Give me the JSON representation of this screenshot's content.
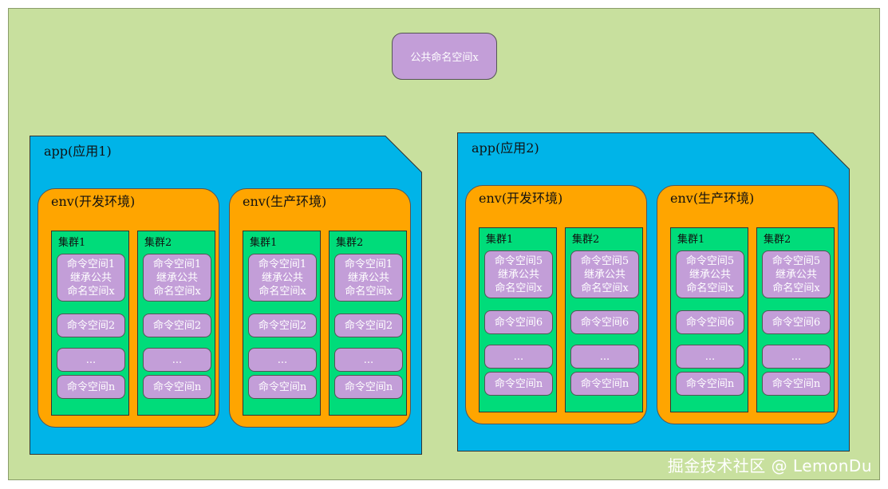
{
  "public_namespace": "公共命名空间x",
  "apps": [
    {
      "label": "app(应用1)",
      "envs": [
        {
          "label": "env(开发环境)",
          "clusters": [
            {
              "label": "集群1",
              "namespaces": [
                [
                  "命令空间1",
                  "继承公共",
                  "命名空间x"
                ],
                [
                  "命令空间2"
                ],
                [
                  "..."
                ],
                [
                  "命令空间n"
                ]
              ]
            },
            {
              "label": "集群2",
              "namespaces": [
                [
                  "命令空间1",
                  "继承公共",
                  "命名空间x"
                ],
                [
                  "命令空间2"
                ],
                [
                  "..."
                ],
                [
                  "命令空间n"
                ]
              ]
            }
          ]
        },
        {
          "label": "env(生产环境)",
          "clusters": [
            {
              "label": "集群1",
              "namespaces": [
                [
                  "命令空间1",
                  "继承公共",
                  "命名空间x"
                ],
                [
                  "命令空间2"
                ],
                [
                  "..."
                ],
                [
                  "命令空间n"
                ]
              ]
            },
            {
              "label": "集群2",
              "namespaces": [
                [
                  "命令空间1",
                  "继承公共",
                  "命名空间x"
                ],
                [
                  "命令空间2"
                ],
                [
                  "..."
                ],
                [
                  "命令空间n"
                ]
              ]
            }
          ]
        }
      ]
    },
    {
      "label": "app(应用2)",
      "envs": [
        {
          "label": "env(开发环境)",
          "clusters": [
            {
              "label": "集群1",
              "namespaces": [
                [
                  "命令空间5",
                  "继承公共",
                  "命名空间x"
                ],
                [
                  "命令空间6"
                ],
                [
                  "..."
                ],
                [
                  "命令空间n"
                ]
              ]
            },
            {
              "label": "集群2",
              "namespaces": [
                [
                  "命令空间5",
                  "继承公共",
                  "命名空间x"
                ],
                [
                  "命令空间6"
                ],
                [
                  "..."
                ],
                [
                  "命令空间n"
                ]
              ]
            }
          ]
        },
        {
          "label": "env(生产环境)",
          "clusters": [
            {
              "label": "集群1",
              "namespaces": [
                [
                  "命令空间5",
                  "继承公共",
                  "命名空间x"
                ],
                [
                  "命令空间6"
                ],
                [
                  "..."
                ],
                [
                  "命令空间n"
                ]
              ]
            },
            {
              "label": "集群2",
              "namespaces": [
                [
                  "命令空间5",
                  "继承公共",
                  "命名空间x"
                ],
                [
                  "命令空间6"
                ],
                [
                  "..."
                ],
                [
                  "命令空间n"
                ]
              ]
            }
          ]
        }
      ]
    }
  ],
  "watermark": "掘金技术社区 @ LemonDu",
  "colors": {
    "background": "#c8e09e",
    "app": "#00b4e8",
    "env": "#ffa500",
    "cluster": "#00dc7a",
    "namespace": "#c39ed8"
  }
}
